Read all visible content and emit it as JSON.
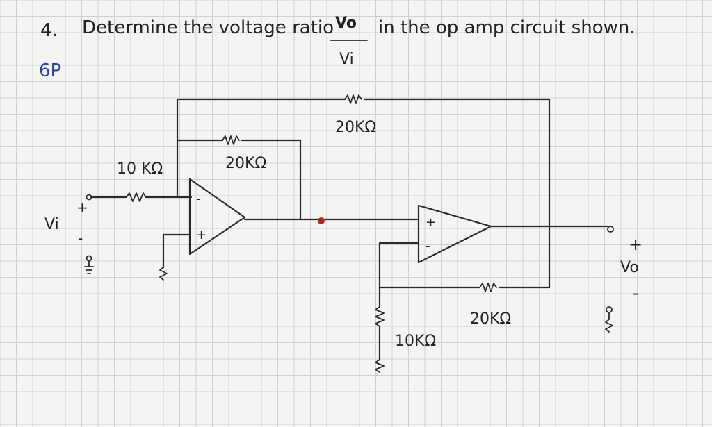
{
  "problem": {
    "number": "4.",
    "text": "Determine the voltage ratio",
    "ratio_numerator": "Vo",
    "ratio_denominator": "Vi",
    "text_after": "in the op amp circuit shown.",
    "annotation": "6P"
  },
  "components": {
    "r_input": "10 KΩ",
    "r_feedback_1": "20KΩ",
    "r_feedback_outer": "20KΩ",
    "r_feedback_2": "20KΩ",
    "r_ground": "10KΩ"
  },
  "terminals": {
    "input_label": "Vi",
    "input_plus": "+",
    "input_minus": "-",
    "output_label": "Vo",
    "output_plus": "+",
    "output_minus": "-"
  },
  "opamps": {
    "a1_top_pin": "-",
    "a1_bottom_pin": "+",
    "a2_top_pin": "+",
    "a2_bottom_pin": "-"
  },
  "colors": {
    "grid": "#cfcfcf",
    "wire": "#2a2a2a",
    "node": "#b3261e",
    "annotation": "#2b3fb0",
    "paper": "#f4f4f2"
  }
}
